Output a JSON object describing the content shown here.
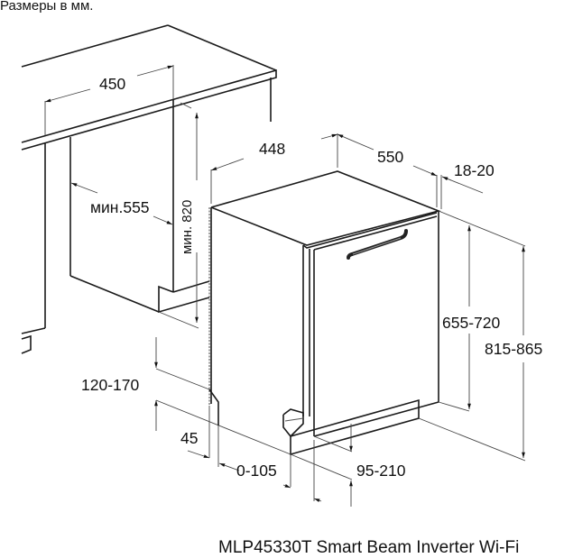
{
  "header": {
    "units_note": "Размеры в мм."
  },
  "footer": {
    "model_name": "MLP45330T Smart Beam Inverter Wi-Fi"
  },
  "diagram": {
    "subject": "built-in dishwasher installation dimensions",
    "colors": {
      "line": "#1a1a1a",
      "dimension_line": "#444444",
      "background": "#ffffff"
    },
    "niche_dimensions": {
      "niche_width": "450",
      "niche_depth": "мин.555",
      "niche_height": "мин. 820"
    },
    "appliance_dimensions": {
      "width": "448",
      "depth": "550",
      "door_panel_thickness": "18-20",
      "door_panel_height": "655-720",
      "total_height": "815-865",
      "plinth_height": "120-170",
      "plinth_setback": "45",
      "plinth_offset": "0-105",
      "foot_adjustment": "95-210"
    }
  }
}
